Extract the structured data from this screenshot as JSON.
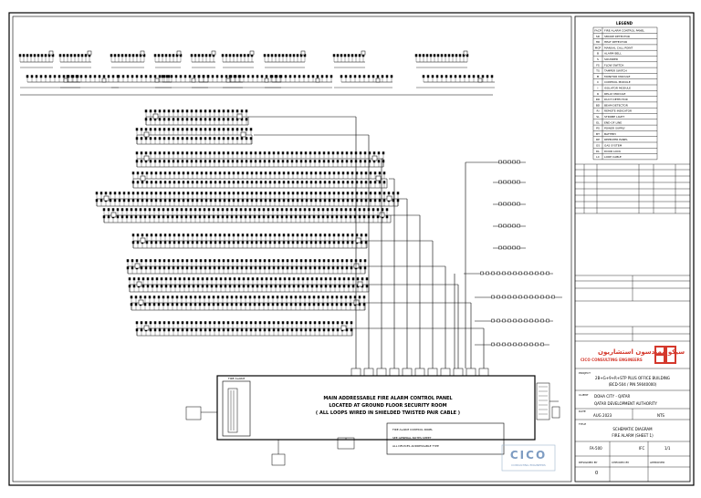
{
  "legend": {
    "title": "LEGEND",
    "items": [
      {
        "code": "FACP",
        "text": "FIRE ALARM CONTROL PANEL"
      },
      {
        "code": "SD",
        "text": "SMOKE DETECTOR"
      },
      {
        "code": "HD",
        "text": "HEAT DETECTOR"
      },
      {
        "code": "MCP",
        "text": "MANUAL CALL POINT"
      },
      {
        "code": "B",
        "text": "ALARM BELL"
      },
      {
        "code": "S",
        "text": "SOUNDER"
      },
      {
        "code": "FS",
        "text": "FLOW SWITCH"
      },
      {
        "code": "TS",
        "text": "TAMPER SWITCH"
      },
      {
        "code": "M",
        "text": "MONITOR MODULE"
      },
      {
        "code": "C",
        "text": "CONTROL MODULE"
      },
      {
        "code": "I",
        "text": "ISOLATOR MODULE"
      },
      {
        "code": "R",
        "text": "RELAY MODULE"
      },
      {
        "code": "DD",
        "text": "DUCT DETECTOR"
      },
      {
        "code": "BD",
        "text": "BEAM DETECTOR"
      },
      {
        "code": "RI",
        "text": "REMOTE INDICATOR"
      },
      {
        "code": "SL",
        "text": "STROBE LIGHT"
      },
      {
        "code": "EL",
        "text": "END OF LINE"
      },
      {
        "code": "PS",
        "text": "POWER SUPPLY"
      },
      {
        "code": "BT",
        "text": "BATTERY"
      },
      {
        "code": "RP",
        "text": "REPEATER PANEL"
      },
      {
        "code": "GS",
        "text": "GAS SYSTEM"
      },
      {
        "code": "DL",
        "text": "DOOR LOCK"
      },
      {
        "code": "LC",
        "text": "LOOP CABLE"
      }
    ]
  },
  "panel": {
    "label": "FIRE ALARM",
    "line1": "MAIN ADDRESSABLE FIRE ALARM CONTROL PANEL",
    "line2": "LOCATED AT GROUND FLOOR SECURITY ROOM",
    "line3": "( ALL LOOPS WIRED IN SHIELDED TWISTED PAIR CABLE )"
  },
  "notes": {
    "n1": "FIRE ALARM CONTROL PANEL",
    "n2": "SEE GENERAL NOTES SHEET",
    "n3": "ALL DEVICES ADDRESSABLE TYPE"
  },
  "titleblock": {
    "consultant_ar": "سيكو مهندسون استشاريون",
    "consultant": "CICO CONSULTING ENGINEERS",
    "project_label": "PROJECT",
    "project_line1": "2B+G+9+R+STP PLUS OFFICE BUILDING",
    "project_line2": "(BCD-504 / PIN 59040000)",
    "client_label": "CLIENT",
    "client": "DOHA CITY - QATAR",
    "authority": "QATAR DEVELOPMENT AUTHORITY",
    "date_label": "DATE",
    "date": "AUG 2023",
    "scale": "NTS",
    "title_label": "TITLE",
    "title_line1": "SCHEMATIC DIAGRAM",
    "title_line2": "FIRE ALARM (SHEET 1)",
    "dwg_no": "FA-500",
    "rev": "0",
    "stage": "IFC",
    "sheet": "1/1",
    "designed": "DESIGNED BY",
    "checked": "CHECKED BY",
    "approved": "APPROVED"
  },
  "stamp": {
    "brand": "CICO",
    "sub": "CONSULTING ENGINEERS"
  }
}
